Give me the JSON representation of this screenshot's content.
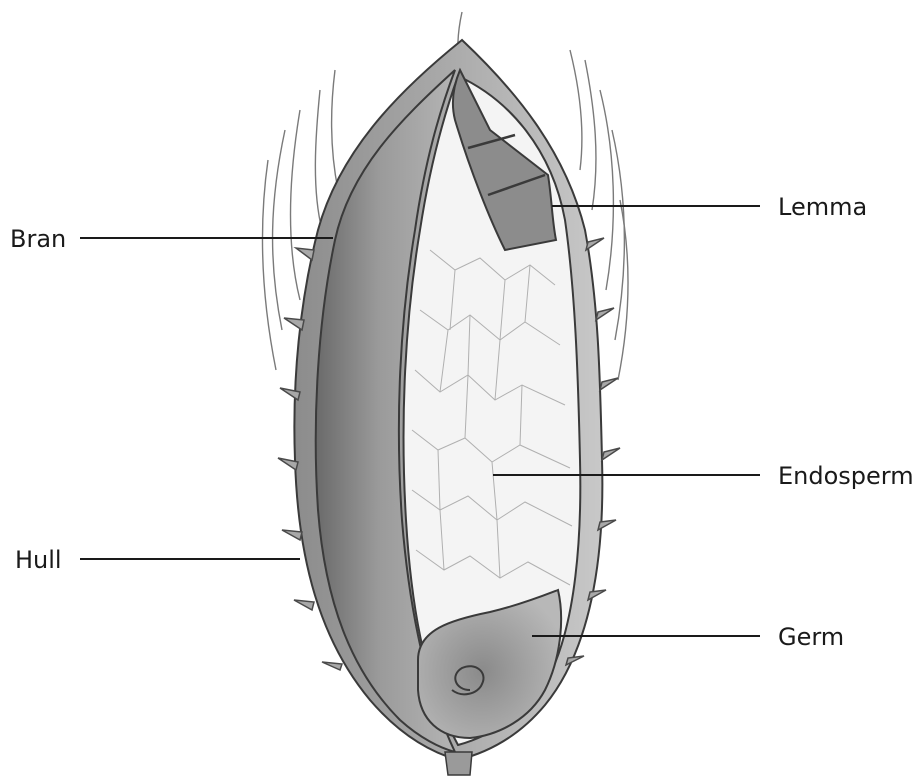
{
  "diagram": {
    "labels": {
      "bran": "Bran",
      "hull": "Hull",
      "lemma": "Lemma",
      "endosperm": "Endosperm",
      "germ": "Germ"
    }
  }
}
